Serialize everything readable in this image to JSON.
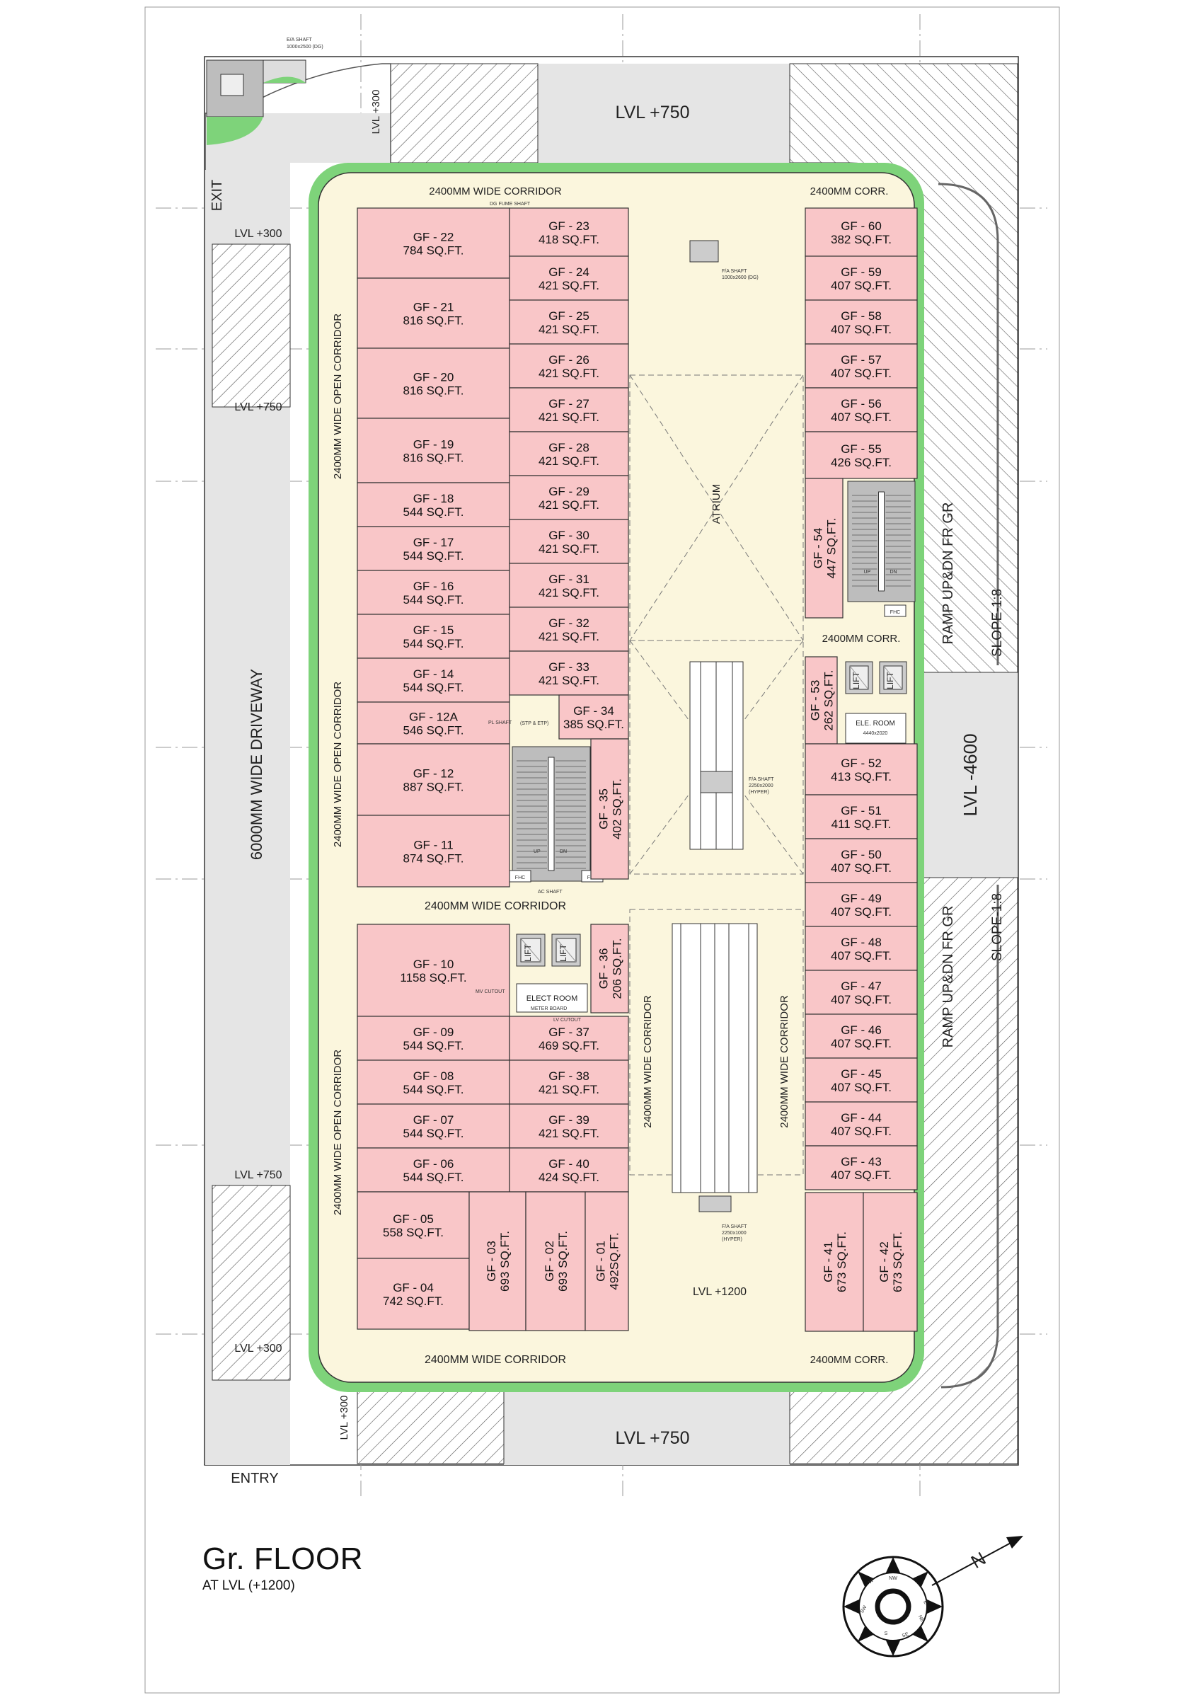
{
  "title": {
    "main": "Gr. FLOOR",
    "sub": "AT LVL (+1200)"
  },
  "colors": {
    "shop": "#f9c6c8",
    "corridor": "#fbf6dd",
    "grey": "#e5e5e5",
    "green": "#7ed37a",
    "stair": "#bdbdbd"
  },
  "labels": {
    "lvl750_top": "LVL +750",
    "lvl750_bottom": "LVL +750",
    "lvl300_tl": "LVL +300",
    "lvl300_left_top": "LVL +300",
    "lvl750_left_top": "LVL +750",
    "lvl750_left_bottom": "LVL +750",
    "lvl300_left_bottom": "LVL +300",
    "lvl300_bl": "LVL +300",
    "exit": "EXIT",
    "entry": "ENTRY",
    "driveway": "6000MM WIDE DRIVEWAY",
    "corr_top": "2400MM WIDE CORRIDOR",
    "corr_top_right": "2400MM CORR.",
    "corr_mid": "2400MM WIDE CORRIDOR",
    "corr_mid_right": "2400MM CORR.",
    "corr_bottom": "2400MM WIDE CORRIDOR",
    "corr_bottom_right": "2400MM CORR.",
    "open_corr_1": "2400MM WIDE OPEN CORRIDOR",
    "open_corr_2": "2400MM WIDE OPEN CORRIDOR",
    "open_corr_3": "2400MM WIDE OPEN CORRIDOR",
    "wide_corr_left": "2400MM WIDE CORRIDOR",
    "wide_corr_right": "2400MM WIDE CORRIDOR",
    "atrium": "ATRIUM",
    "lvl1200": "LVL +1200",
    "lvl4600": "LVL -4600",
    "ramp_top": "RAMP UP&DN FR GR",
    "ramp_bottom": "RAMP UP&DN FR GR",
    "slope_top": "SLOPE-1:8",
    "slope_bottom": "SLOPE-1:8",
    "lift": "LIFT",
    "elect_room": "ELECT ROOM",
    "ele_room": "ELE. ROOM",
    "ele_room_size": "4440x2020",
    "up": "UP",
    "dn": "DN",
    "fhc": "FHC",
    "ea_shaft_top": "E/A SHAFT",
    "ea_shaft_top_size": "1000x2500 (DG)",
    "dg_fume": "DG FUME SHAFT",
    "fa_shaft_1": "F/A SHAFT",
    "fa_shaft_1_size": "1000x2600 (DG)",
    "fa_shaft_2": "F/A SHAFT",
    "fa_shaft_2_size": "2250x2000",
    "fa_shaft_2_note": "(HYPER)",
    "fa_shaft_3": "F/A SHAFT",
    "fa_shaft_3_size": "2250x1000",
    "fa_shaft_3_note": "(HYPER)",
    "pl_shaft": "PL SHAFT",
    "ac_shaft": "AC SHAFT",
    "stp_etp": "(STP & ETP)",
    "meter_board": "METER BOARD",
    "mv_cutout": "MV CUTOUT",
    "lv_cutout": "LV CUTOUT",
    "compass_n": "N"
  },
  "shops": [
    {
      "name": "GF - 22",
      "area": "784 SQ.FT."
    },
    {
      "name": "GF - 21",
      "area": "816 SQ.FT."
    },
    {
      "name": "GF - 20",
      "area": "816 SQ.FT."
    },
    {
      "name": "GF - 19",
      "area": "816 SQ.FT."
    },
    {
      "name": "GF - 18",
      "area": "544 SQ.FT."
    },
    {
      "name": "GF - 17",
      "area": "544 SQ.FT."
    },
    {
      "name": "GF - 16",
      "area": "544 SQ.FT."
    },
    {
      "name": "GF - 15",
      "area": "544 SQ.FT."
    },
    {
      "name": "GF - 14",
      "area": "544 SQ.FT."
    },
    {
      "name": "GF - 12A",
      "area": "546 SQ.FT."
    },
    {
      "name": "GF - 12",
      "area": "887 SQ.FT."
    },
    {
      "name": "GF - 11",
      "area": "874 SQ.FT."
    },
    {
      "name": "GF - 23",
      "area": "418 SQ.FT."
    },
    {
      "name": "GF - 24",
      "area": "421 SQ.FT."
    },
    {
      "name": "GF - 25",
      "area": "421 SQ.FT."
    },
    {
      "name": "GF - 26",
      "area": "421 SQ.FT."
    },
    {
      "name": "GF - 27",
      "area": "421 SQ.FT."
    },
    {
      "name": "GF - 28",
      "area": "421 SQ.FT."
    },
    {
      "name": "GF - 29",
      "area": "421 SQ.FT."
    },
    {
      "name": "GF - 30",
      "area": "421 SQ.FT."
    },
    {
      "name": "GF - 31",
      "area": "421 SQ.FT."
    },
    {
      "name": "GF - 32",
      "area": "421 SQ.FT."
    },
    {
      "name": "GF - 33",
      "area": "421 SQ.FT."
    },
    {
      "name": "GF - 34",
      "area": "385 SQ.FT."
    },
    {
      "name": "GF - 35",
      "area": "402 SQ.FT."
    },
    {
      "name": "GF - 10",
      "area": "1158 SQ.FT."
    },
    {
      "name": "GF - 09",
      "area": "544 SQ.FT."
    },
    {
      "name": "GF - 08",
      "area": "544 SQ.FT."
    },
    {
      "name": "GF - 07",
      "area": "544 SQ.FT."
    },
    {
      "name": "GF - 06",
      "area": "544 SQ.FT."
    },
    {
      "name": "GF - 05",
      "area": "558 SQ.FT."
    },
    {
      "name": "GF - 04",
      "area": "742 SQ.FT."
    },
    {
      "name": "GF - 36",
      "area": "206 SQ.FT."
    },
    {
      "name": "GF - 37",
      "area": "469 SQ.FT."
    },
    {
      "name": "GF - 38",
      "area": "421 SQ.FT."
    },
    {
      "name": "GF - 39",
      "area": "421 SQ.FT."
    },
    {
      "name": "GF - 40",
      "area": "424 SQ.FT."
    },
    {
      "name": "GF - 03",
      "area": "693 SQ.FT."
    },
    {
      "name": "GF - 02",
      "area": "693 SQ.FT."
    },
    {
      "name": "GF - 01",
      "area": "492SQ.FT."
    },
    {
      "name": "GF - 60",
      "area": "382 SQ.FT."
    },
    {
      "name": "GF - 59",
      "area": "407 SQ.FT."
    },
    {
      "name": "GF - 58",
      "area": "407 SQ.FT."
    },
    {
      "name": "GF - 57",
      "area": "407 SQ.FT."
    },
    {
      "name": "GF - 56",
      "area": "407 SQ.FT."
    },
    {
      "name": "GF - 55",
      "area": "426 SQ.FT."
    },
    {
      "name": "GF - 54",
      "area": "447 SQ.FT."
    },
    {
      "name": "GF - 53",
      "area": "262 SQ.FT."
    },
    {
      "name": "GF - 52",
      "area": "413 SQ.FT."
    },
    {
      "name": "GF - 51",
      "area": "411 SQ.FT."
    },
    {
      "name": "GF - 50",
      "area": "407 SQ.FT."
    },
    {
      "name": "GF - 49",
      "area": "407 SQ.FT."
    },
    {
      "name": "GF - 48",
      "area": "407 SQ.FT."
    },
    {
      "name": "GF - 47",
      "area": "407 SQ.FT."
    },
    {
      "name": "GF - 46",
      "area": "407 SQ.FT."
    },
    {
      "name": "GF - 45",
      "area": "407 SQ.FT."
    },
    {
      "name": "GF - 44",
      "area": "407 SQ.FT."
    },
    {
      "name": "GF - 43",
      "area": "407 SQ.FT."
    },
    {
      "name": "GF - 41",
      "area": "673 SQ.FT."
    },
    {
      "name": "GF - 42",
      "area": "673 SQ.FT."
    }
  ],
  "compass": [
    "W",
    "NW",
    "SW",
    "NE",
    "S",
    "SE",
    "E"
  ]
}
